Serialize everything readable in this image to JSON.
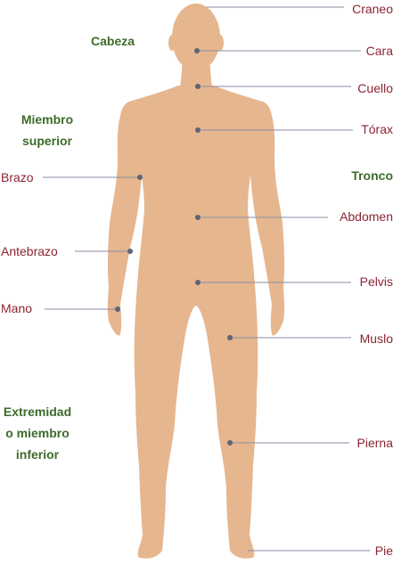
{
  "colors": {
    "skin": "#e6b68f",
    "leader_line": "#8a8ea0",
    "dot": "#5f6476",
    "part_label": "#8a2432",
    "region_label": "#3d6b2a"
  },
  "regions": {
    "cabeza": "Cabeza",
    "miembro_superior": [
      "Miembro",
      "superior"
    ],
    "tronco": "Tronco",
    "extremidad_inferior": [
      "Extremidad",
      "o miembro",
      "inferior"
    ]
  },
  "parts": {
    "craneo": "Craneo",
    "cara": "Cara",
    "cuello": "Cuello",
    "torax": "Tórax",
    "abdomen": "Abdomen",
    "pelvis": "Pelvis",
    "muslo": "Muslo",
    "pierna": "Pierna",
    "pie": "Pie",
    "brazo": "Brazo",
    "antebrazo": "Antebrazo",
    "mano": "Mano"
  }
}
